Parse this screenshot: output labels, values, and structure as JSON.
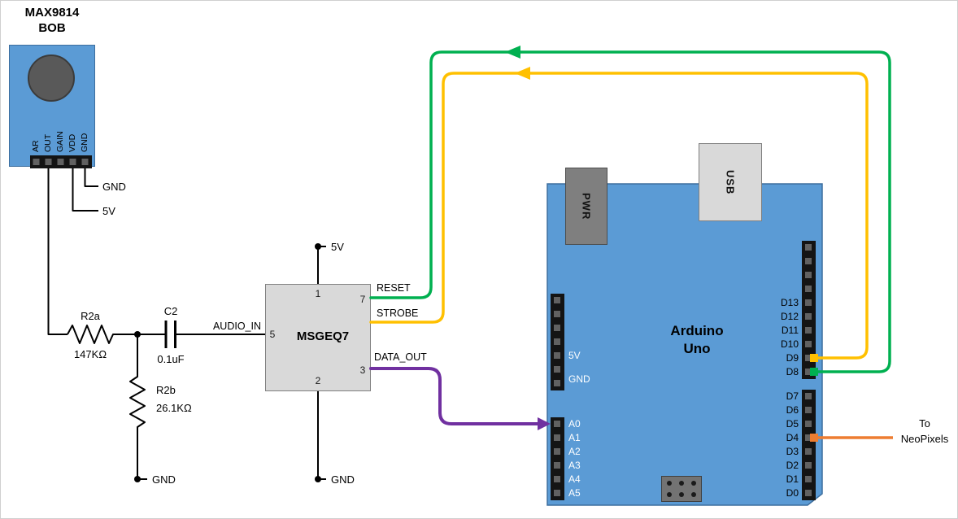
{
  "mic_board": {
    "title_line1": "MAX9814",
    "title_line2": "BOB",
    "pin_labels": [
      "AR",
      "OUT",
      "GAIN",
      "VDD",
      "GND"
    ],
    "gnd_net": "GND",
    "v5_net": "5V"
  },
  "analog_front_end": {
    "r2a_ref": "R2a",
    "r2a_value": "147KΩ",
    "c2_ref": "C2",
    "c2_value": "0.1uF",
    "r2b_ref": "R2b",
    "r2b_value": "26.1KΩ",
    "gnd_net": "GND",
    "audio_net": "AUDIO_IN"
  },
  "msgeq7": {
    "part_name": "MSGEQ7",
    "pin_vdd": "1",
    "pin_reset": "7",
    "pin_audio_in": "5",
    "pin_gnd": "2",
    "pin_out": "3",
    "v5_net": "5V",
    "gnd_net": "GND",
    "reset_net": "RESET",
    "strobe_net": "STROBE",
    "data_out_net": "DATA_OUT"
  },
  "arduino": {
    "name_line1": "Arduino",
    "name_line2": "Uno",
    "pwr_label": "PWR",
    "usb_label": "USB",
    "power_pins": [
      "5V",
      "GND"
    ],
    "analog_pins": [
      "A0",
      "A1",
      "A2",
      "A3",
      "A4",
      "A5"
    ],
    "digital_pins_upper": [
      "D13",
      "D12",
      "D11",
      "D10",
      "D9",
      "D8"
    ],
    "digital_pins_lower": [
      "D7",
      "D6",
      "D5",
      "D4",
      "D3",
      "D2",
      "D1",
      "D0"
    ]
  },
  "output": {
    "line1": "To",
    "line2": "NeoPixels"
  },
  "colors": {
    "board_blue": "#5b9bd5",
    "wire_green": "#00b050",
    "wire_yellow": "#ffc000",
    "wire_purple": "#7030a0",
    "wire_orange": "#ed7d31"
  }
}
